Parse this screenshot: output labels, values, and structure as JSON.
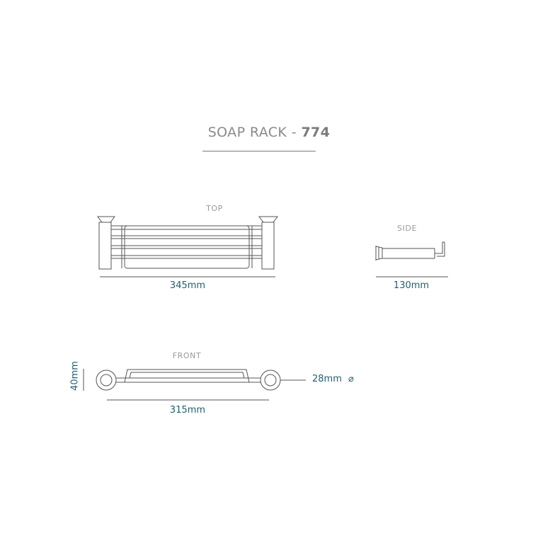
{
  "title": {
    "name": "SOAP RACK",
    "separator": " - ",
    "code": "774"
  },
  "views": {
    "top": {
      "label": "TOP",
      "dimension": "345mm"
    },
    "side": {
      "label": "SIDE",
      "dimension": "130mm"
    },
    "front": {
      "label": "FRONT",
      "width_dimension": "315mm",
      "height_dimension": "40mm",
      "diameter_dimension": "28mm"
    }
  },
  "icons": {
    "diameter": "diameter-symbol-icon"
  },
  "colors": {
    "dimension_text": "#1f5f73",
    "title_text": "#8a8a8a",
    "line": "#555555"
  }
}
